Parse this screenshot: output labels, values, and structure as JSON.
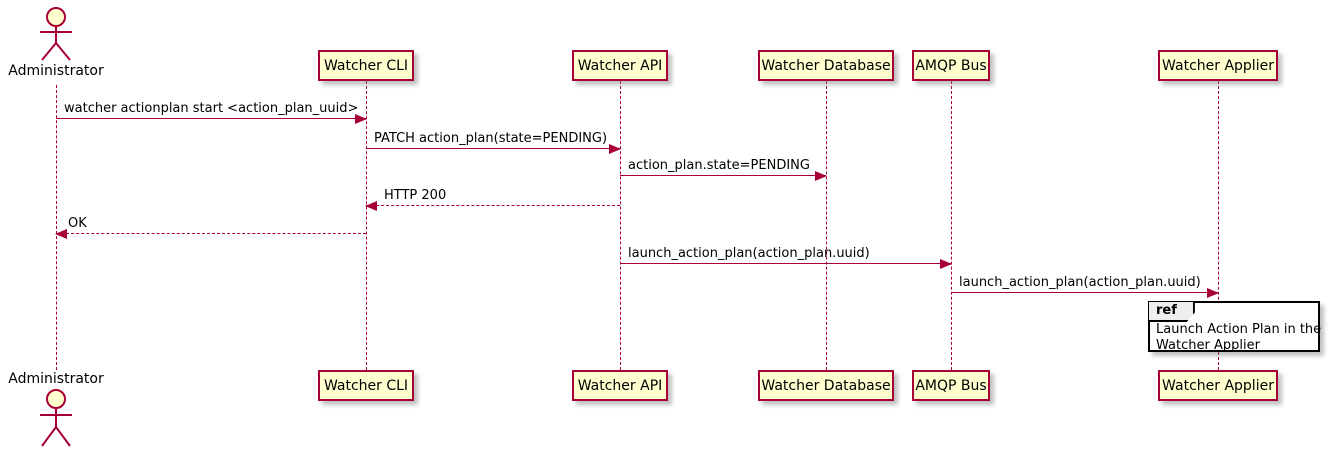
{
  "diagram": {
    "type": "sequence",
    "participants": [
      {
        "name": "Administrator",
        "kind": "actor"
      },
      {
        "name": "Watcher CLI",
        "kind": "participant"
      },
      {
        "name": "Watcher API",
        "kind": "participant"
      },
      {
        "name": "Watcher Database",
        "kind": "participant"
      },
      {
        "name": "AMQP Bus",
        "kind": "participant"
      },
      {
        "name": "Watcher Applier",
        "kind": "participant"
      }
    ],
    "messages": [
      {
        "from": "Administrator",
        "to": "Watcher CLI",
        "text": "watcher actionplan start <action_plan_uuid>",
        "line": "solid",
        "direction": "right"
      },
      {
        "from": "Watcher CLI",
        "to": "Watcher API",
        "text": "PATCH action_plan(state=PENDING)",
        "line": "solid",
        "direction": "right"
      },
      {
        "from": "Watcher API",
        "to": "Watcher Database",
        "text": "action_plan.state=PENDING",
        "line": "solid",
        "direction": "right"
      },
      {
        "from": "Watcher API",
        "to": "Watcher CLI",
        "text": "HTTP 200",
        "line": "dashed",
        "direction": "left"
      },
      {
        "from": "Watcher CLI",
        "to": "Administrator",
        "text": "OK",
        "line": "dashed",
        "direction": "left"
      },
      {
        "from": "Watcher API",
        "to": "AMQP Bus",
        "text": "launch_action_plan(action_plan.uuid)",
        "line": "solid",
        "direction": "right"
      },
      {
        "from": "AMQP Bus",
        "to": "Watcher Applier",
        "text": "launch_action_plan(action_plan.uuid)",
        "line": "solid",
        "direction": "right"
      }
    ],
    "ref": {
      "tag": "ref",
      "over": "Watcher Applier",
      "line1": "Launch Action Plan in the",
      "line2": "Watcher Applier"
    },
    "colors": {
      "participant_fill": "#FEFECE",
      "participant_border": "#A80036",
      "arrow": "#A80036",
      "lifeline": "#A80036",
      "ref_border": "#000000",
      "ref_tag_fill": "#EEEEEE",
      "text": "#000000"
    }
  }
}
